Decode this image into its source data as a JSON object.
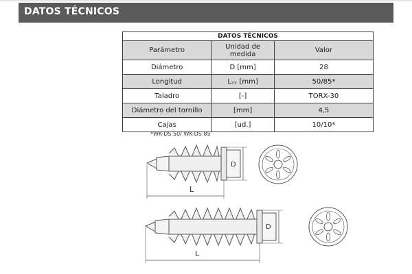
{
  "header": {
    "title": "DATOS TÉCNICOS"
  },
  "table": {
    "title": "DATOS TÉCNICOS",
    "columns": [
      "Parámetro",
      "Unidad de medida",
      "Valor"
    ],
    "rows": [
      {
        "param": "Diámetro",
        "unit": "D [mm]",
        "value": "28"
      },
      {
        "param": "Longitud",
        "unit": "Lᵥᵥ [mm]",
        "value": "50/85*"
      },
      {
        "param": "Taladro",
        "unit": "[-]",
        "value": "TORX-30"
      },
      {
        "param": "Diámetro del tornillo",
        "unit": "[mm]",
        "value": "4,5"
      },
      {
        "param": "Cajas",
        "unit": "[ud.]",
        "value": "10/10*"
      }
    ]
  },
  "footnote": "*WK-DS 50/ WK-DS 85",
  "drawings": {
    "dimension_diameter": "D",
    "dimension_length": "L"
  },
  "colors": {
    "header_bg": "#5a5a5a",
    "row_gray": "#d9d9d9",
    "line": "#555555"
  }
}
